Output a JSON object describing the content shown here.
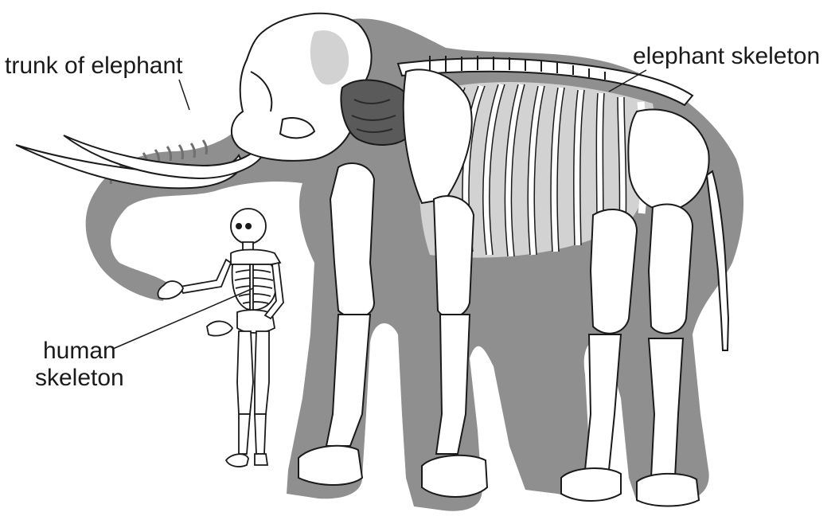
{
  "labels": {
    "trunk": "trunk of elephant",
    "elephant": "elephant skeleton",
    "human_line1": "human",
    "human_line2": "skeleton"
  },
  "colors": {
    "silhouette": "#8f8f8f",
    "bone_fill": "#ffffff",
    "bone_stroke": "#1a1a1a",
    "bone_shade": "#d2d2d2",
    "dark_vertebrae": "#5a5a5a",
    "leader_line": "#1a1a1a"
  }
}
